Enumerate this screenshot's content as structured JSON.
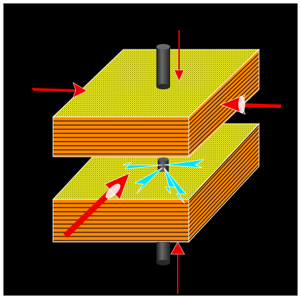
{
  "colors": {
    "background": "#000000",
    "frame": "#ffffff",
    "plate_top": "#e0e020",
    "plate_side": "#ff8800",
    "plate_line": "#1a1000",
    "plate_edge": "#ffffff",
    "rod": "#444444",
    "arrow": "#ee0000",
    "spark": "#00e5ff"
  },
  "icons": {
    "upper_plate": "layered-plate",
    "lower_plate": "layered-plate",
    "rod": "cylinder-rod",
    "force": "red-arrow",
    "fracture": "cyan-spark-burst"
  }
}
